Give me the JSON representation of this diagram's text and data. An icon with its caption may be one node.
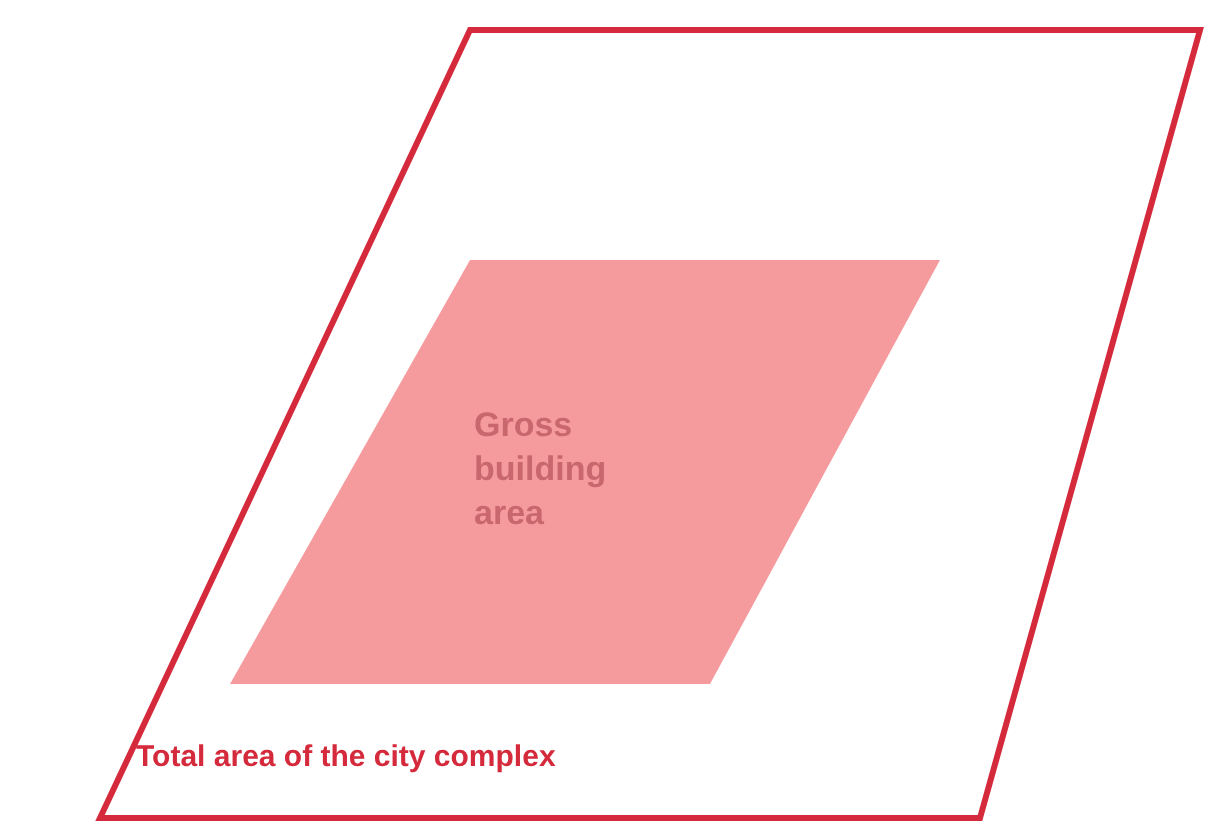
{
  "diagram": {
    "nodes": [
      {
        "text": [
          "Total area of the city complex"
        ]
      },
      {
        "text": [
          "Gross building area"
        ],
        "in": 0
      }
    ]
  }
}
